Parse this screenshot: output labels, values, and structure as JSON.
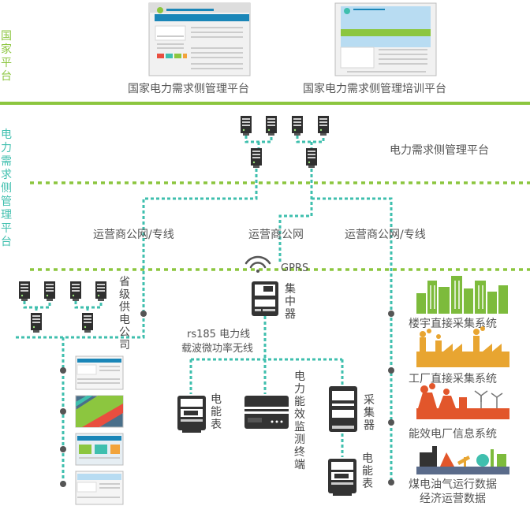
{
  "layers": {
    "national": "国家平台",
    "dsm": "电力需求侧管理平台"
  },
  "national_platforms": [
    {
      "label": "国家电力需求侧管理平台"
    },
    {
      "label": "国家电力需求侧管理培训平台"
    }
  ],
  "dsm_platform_label": "电力需求侧管理平台",
  "links": {
    "left": "运营商公网/专线",
    "middle": "运营商公网",
    "right": "运营商公网/专线",
    "gprs": "GPRS"
  },
  "provincial": "省级供电公司",
  "concentrator": "集中器",
  "comm_line1": "rs185 电力线",
  "comm_line2": "载波微功率无线",
  "devices": {
    "meter1": "电能表",
    "monitor": "电力能效监测终端",
    "collector": "采集器",
    "meter2": "电能表"
  },
  "systems": [
    {
      "label": "楼宇直接采集系统",
      "icon": "buildings-icon",
      "color": "#7dbb3c"
    },
    {
      "label": "工厂直接采集系统",
      "icon": "factory-icon",
      "color": "#e8a531"
    },
    {
      "label": "能效电厂信息系统",
      "icon": "power-plant-icon",
      "color": "#e2562b"
    },
    {
      "label": "煤电油气运行数据",
      "icon": "energy-icon",
      "color": "#5a6b8a"
    }
  ],
  "systems_extra": "经济运营数据",
  "colors": {
    "green": "#8cc63f",
    "teal": "#3fbfae",
    "dot": "#555555"
  }
}
